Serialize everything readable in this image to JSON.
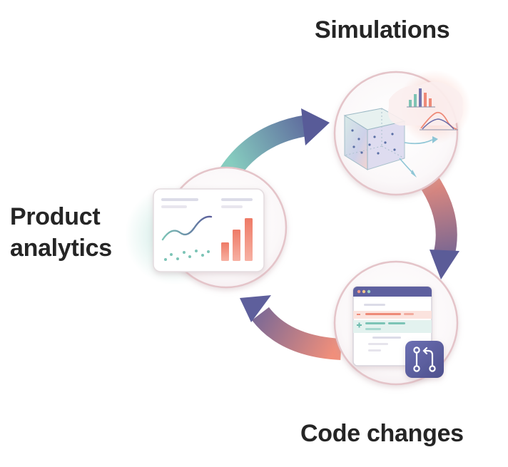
{
  "diagram": {
    "nodes": [
      {
        "id": "simulations",
        "label": "Simulations",
        "icon": "simulation-cube-icon"
      },
      {
        "id": "code_changes",
        "label": "Code changes",
        "icon": "code-diff-window-icon"
      },
      {
        "id": "product_analytics",
        "label_lines": [
          "Product",
          "analytics"
        ],
        "icon": "analytics-dashboard-icon"
      }
    ],
    "edges": [
      {
        "from": "product_analytics",
        "to": "simulations"
      },
      {
        "from": "simulations",
        "to": "code_changes"
      },
      {
        "from": "code_changes",
        "to": "product_analytics"
      }
    ]
  },
  "colors": {
    "text": "#252525",
    "teal": "#7cc4b6",
    "indigo": "#5a5c9a",
    "coral": "#ee8a78",
    "mauve": "#b8859b",
    "ring": "#e3c1c6"
  }
}
